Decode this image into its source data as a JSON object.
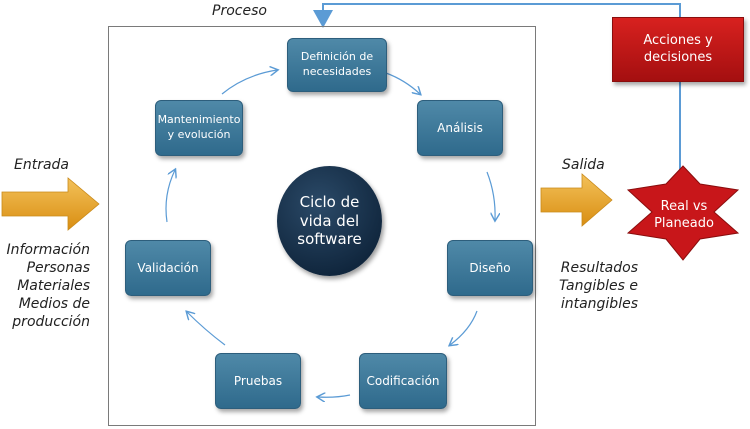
{
  "labels": {
    "proceso": "Proceso",
    "entrada": "Entrada",
    "salida": "Salida"
  },
  "center": {
    "line1": "Ciclo de",
    "line2": "vida del",
    "line3": "software"
  },
  "steps": {
    "definicion": {
      "line1": "Definición de",
      "line2": "necesidades"
    },
    "analisis": "Análisis",
    "diseno": "Diseño",
    "codificacion": "Codificación",
    "pruebas": "Pruebas",
    "validacion": "Validación",
    "mantenimiento": {
      "line1": "Mantenimiento",
      "line2": "y evolución"
    }
  },
  "acciones": {
    "line1": "Acciones y",
    "line2": "decisiones"
  },
  "real_vs": {
    "line1": "Real vs",
    "line2": "Planeado"
  },
  "inputs": [
    "Información",
    "Personas",
    "Materiales",
    "Medios de",
    "producción"
  ],
  "outputs": [
    "Resultados",
    "Tangibles e",
    "intangibles"
  ],
  "colors": {
    "step_fill": "#3d7a9c",
    "center_fill": "#1a3450",
    "red": "#c8161a",
    "arrow_orange": "#e9a428",
    "connector_blue": "#5b9bd5"
  }
}
